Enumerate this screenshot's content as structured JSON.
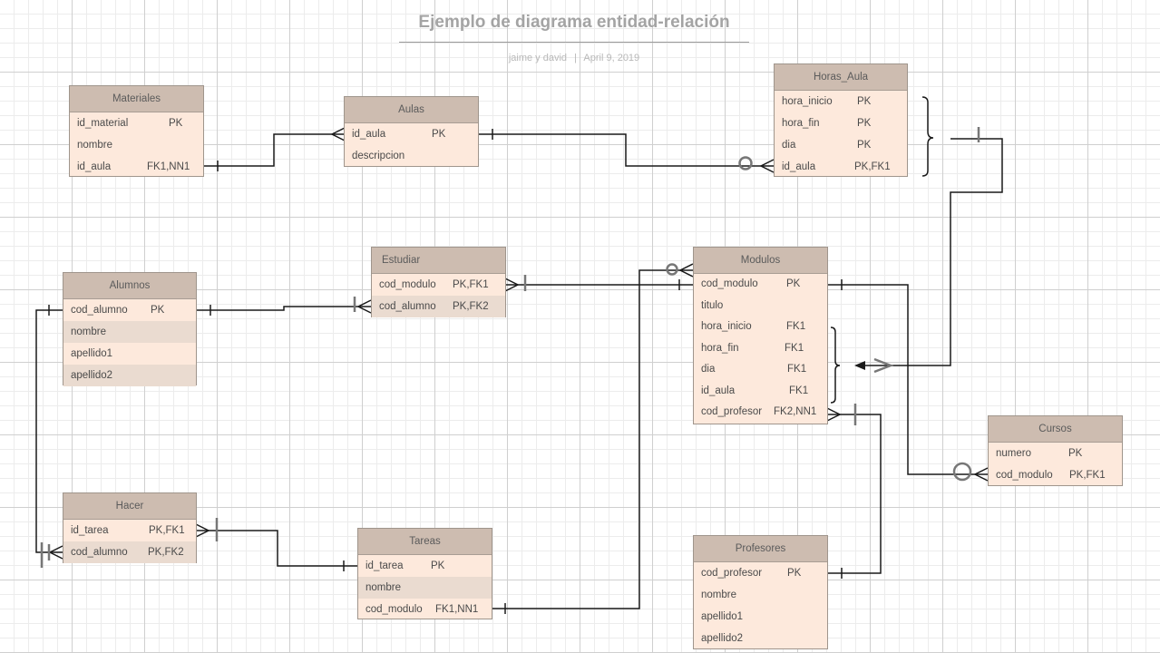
{
  "diagram": {
    "title": "Ejemplo de diagrama entidad-relación",
    "authors": "jaime  y david",
    "separator": "|",
    "date": "April 9, 2019"
  },
  "colors": {
    "header": "#cdbcb0",
    "body": "#fde9dc",
    "alt_row": "#eadbd0",
    "line": "#1a1a1a",
    "symbol": "#777777"
  },
  "entities": {
    "materiales": {
      "name": "Materiales",
      "fields": [
        {
          "name": "id_material",
          "key": "PK"
        },
        {
          "name": "nombre",
          "key": ""
        },
        {
          "name": "id_aula",
          "key": "FK1,NN1"
        }
      ]
    },
    "aulas": {
      "name": "Aulas",
      "fields": [
        {
          "name": "id_aula",
          "key": "PK"
        },
        {
          "name": "descripcion",
          "key": ""
        }
      ]
    },
    "horas_aula": {
      "name": "Horas_Aula",
      "fields": [
        {
          "name": "hora_inicio",
          "key": "PK"
        },
        {
          "name": "hora_fin",
          "key": "PK"
        },
        {
          "name": "dia",
          "key": "PK"
        },
        {
          "name": "id_aula",
          "key": "PK,FK1"
        }
      ]
    },
    "estudiar": {
      "name": "Estudiar",
      "fields": [
        {
          "name": "cod_modulo",
          "key": "PK,FK1"
        },
        {
          "name": "cod_alumno",
          "key": "PK,FK2"
        }
      ]
    },
    "alumnos": {
      "name": "Alumnos",
      "fields": [
        {
          "name": "cod_alumno",
          "key": "PK"
        },
        {
          "name": "nombre",
          "key": ""
        },
        {
          "name": "apellido1",
          "key": ""
        },
        {
          "name": "apellido2",
          "key": ""
        }
      ]
    },
    "modulos": {
      "name": "Modulos",
      "fields": [
        {
          "name": "cod_modulo",
          "key": "PK"
        },
        {
          "name": "titulo",
          "key": ""
        },
        {
          "name": "hora_inicio",
          "key": "FK1"
        },
        {
          "name": "hora_fin",
          "key": "FK1"
        },
        {
          "name": "dia",
          "key": "FK1"
        },
        {
          "name": "id_aula",
          "key": "FK1"
        },
        {
          "name": "cod_profesor",
          "key": "FK2,NN1"
        }
      ]
    },
    "cursos": {
      "name": "Cursos",
      "fields": [
        {
          "name": "numero",
          "key": "PK"
        },
        {
          "name": "cod_modulo",
          "key": "PK,FK1"
        }
      ]
    },
    "hacer": {
      "name": "Hacer",
      "fields": [
        {
          "name": "id_tarea",
          "key": "PK,FK1"
        },
        {
          "name": "cod_alumno",
          "key": "PK,FK2"
        }
      ]
    },
    "tareas": {
      "name": "Tareas",
      "fields": [
        {
          "name": "id_tarea",
          "key": "PK"
        },
        {
          "name": "nombre",
          "key": ""
        },
        {
          "name": "cod_modulo",
          "key": "FK1,NN1"
        }
      ]
    },
    "profesores": {
      "name": "Profesores",
      "fields": [
        {
          "name": "cod_profesor",
          "key": "PK"
        },
        {
          "name": "nombre",
          "key": ""
        },
        {
          "name": "apellido1",
          "key": ""
        },
        {
          "name": "apellido2",
          "key": ""
        }
      ]
    }
  }
}
